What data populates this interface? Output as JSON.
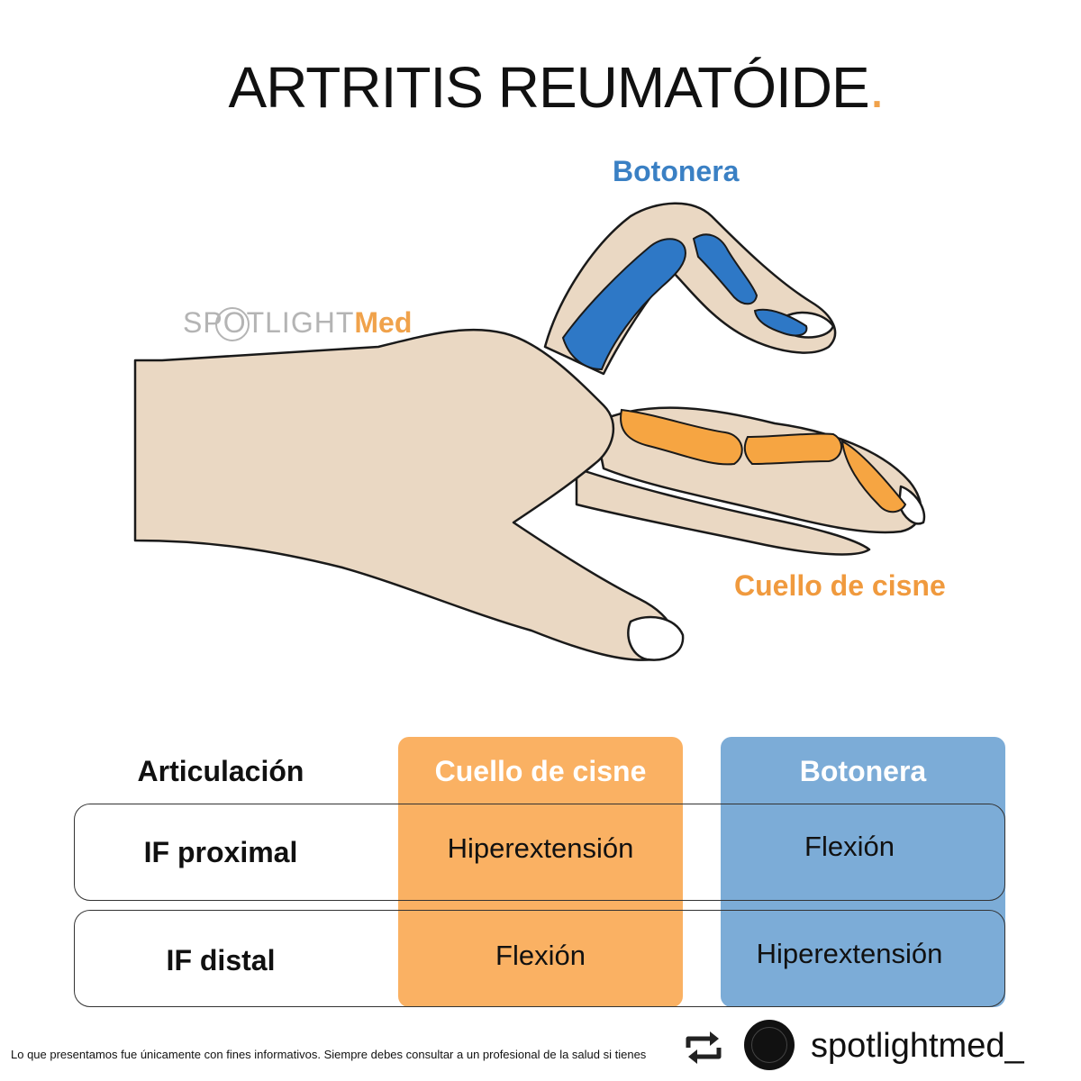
{
  "title": {
    "text": "ARTRITIS REUMATÓIDE",
    "dot": "."
  },
  "labels": {
    "botonera": "Botonera",
    "cuello": "Cuello de cisne"
  },
  "logo": {
    "spotlight": "SPOTLIGHT",
    "med": "Med"
  },
  "table": {
    "headers": [
      "Articulación",
      "Cuello de cisne",
      "Botonera"
    ],
    "rows": [
      {
        "joint": "IF proximal",
        "swan": "Hiperextensión",
        "boutonniere": "Flexión"
      },
      {
        "joint": "IF distal",
        "swan": "Flexión",
        "boutonniere": "Hiperextensión"
      }
    ]
  },
  "footer": {
    "disclaimer": "Lo que presentamos fue únicamente con fines informativos. Siempre debes consultar a un profesional de la salud si tienes"
  },
  "repost": {
    "icon": "repost-icon",
    "username": "spotlightmed_"
  },
  "colors": {
    "orange": "#fab163",
    "blue": "#7cacd7",
    "bone_blue": "#2e78c6",
    "bone_orange": "#f6a542",
    "skin": "#ead8c3"
  }
}
